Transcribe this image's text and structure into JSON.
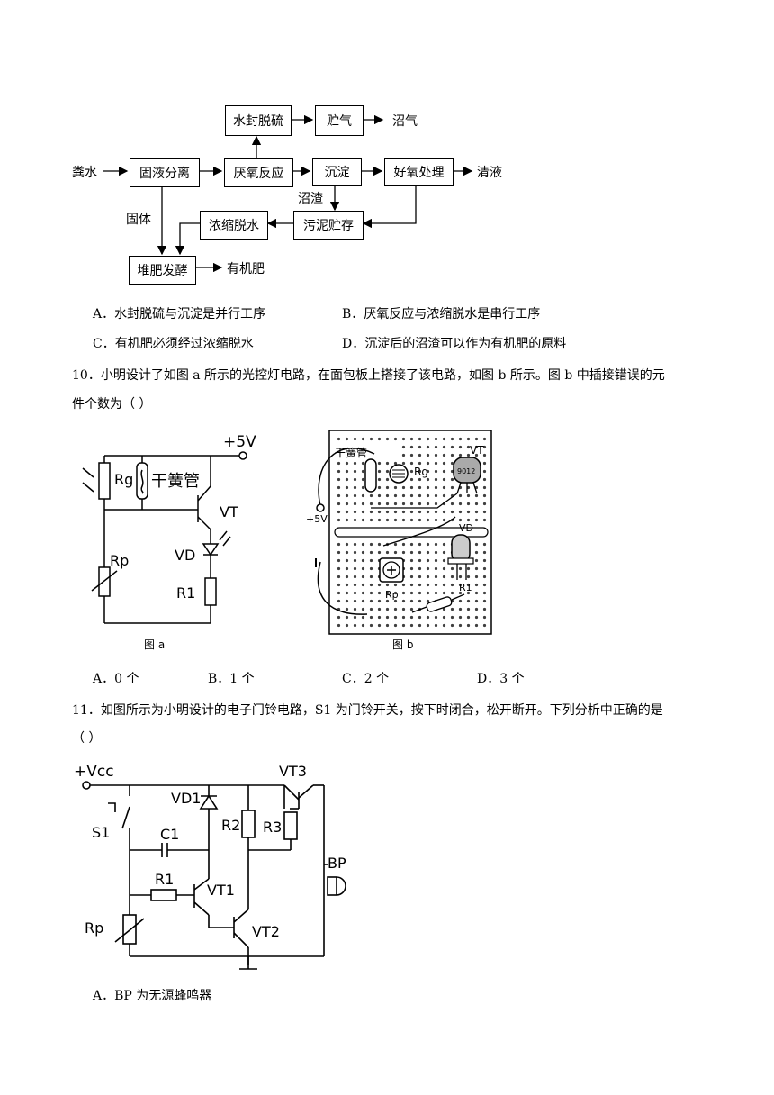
{
  "flowchart": {
    "nodes": {
      "shuifeng": "水封脱硫",
      "zhuqi": "贮气",
      "gueye": "固液分离",
      "yanyang": "厌氧反应",
      "chendian": "沉淀",
      "haoyang": "好氧处理",
      "nongsuo": "浓缩脱水",
      "wuni": "污泥贮存",
      "duifei": "堆肥发酵"
    },
    "labels": {
      "input": "粪水",
      "biogas": "沼气",
      "clear": "清液",
      "residue": "沼渣",
      "solid": "固体",
      "fertilizer": "有机肥"
    }
  },
  "q9": {
    "options": {
      "A": "A．水封脱硫与沉淀是并行工序",
      "B": "B．厌氧反应与浓缩脱水是串行工序",
      "C": "C．有机肥必须经过浓缩脱水",
      "D": "D．沉淀后的沼渣可以作为有机肥的原料"
    }
  },
  "q10": {
    "stem_line1": "10．小明设计了如图 a 所示的光控灯电路，在面包板上搭接了该电路，如图 b 所示。图 b 中插接错误的元",
    "stem_line2": "件个数为（    ）",
    "figure_a": {
      "supply": "+5V",
      "rg": "Rg",
      "reed": "干簧管",
      "vt": "VT",
      "vd": "VD",
      "rp": "Rp",
      "r1": "R1",
      "caption": "图 a"
    },
    "figure_b": {
      "reed": "干簧管",
      "rg": "Rg",
      "vt": "VT",
      "chip": "9012",
      "vd": "VD",
      "supply": "+5V",
      "rp": "Rp",
      "r1": "R1",
      "caption": "图 b"
    },
    "options": {
      "A": "A．0 个",
      "B": "B．1 个",
      "C": "C．2 个",
      "D": "D．3 个"
    }
  },
  "q11": {
    "stem_line1": "11．如图所示为小明设计的电子门铃电路，S1 为门铃开关，按下时闭合，松开断开。下列分析中正确的是",
    "stem_line2": "（    ）",
    "circuit": {
      "vcc": "+Vcc",
      "s1": "S1",
      "vd1": "VD1",
      "r2": "R2",
      "r3": "R3",
      "vt3": "VT3",
      "c1": "C1",
      "r1": "R1",
      "vt1": "VT1",
      "bp": "BP",
      "rp": "Rp",
      "vt2": "VT2"
    },
    "options": {
      "A": "A．BP 为无源蜂鸣器"
    }
  }
}
